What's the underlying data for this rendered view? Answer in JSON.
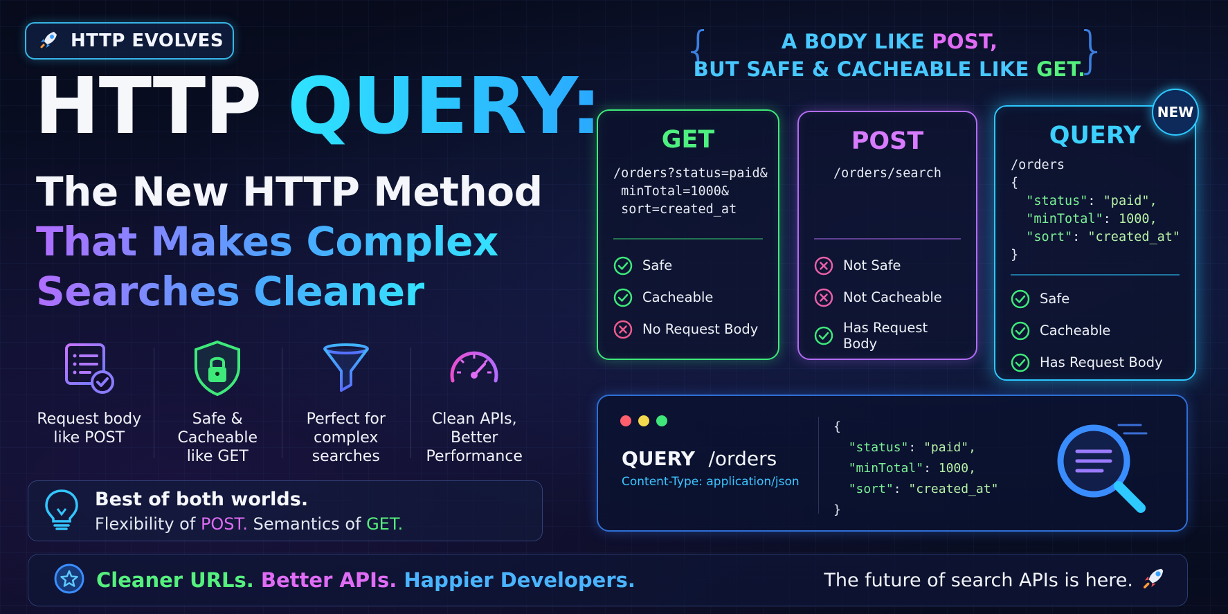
{
  "badge": {
    "icon": "rocket-icon",
    "label": "HTTP EVOLVES"
  },
  "headline": {
    "part1": "HTTP ",
    "part2": "QUERY:"
  },
  "subtitle": {
    "line1": "The New HTTP Method",
    "line2": "That Makes Complex",
    "line3": "Searches Cleaner"
  },
  "features": [
    {
      "icon": "checklist-document-icon",
      "label": "Request body\nlike POST"
    },
    {
      "icon": "lock-shield-icon",
      "label": "Safe &\nCacheable\nlike GET"
    },
    {
      "icon": "funnel-filter-icon",
      "label": "Perfect for\ncomplex\nsearches"
    },
    {
      "icon": "speedometer-icon",
      "label": "Clean APIs,\nBetter\nPerformance"
    }
  ],
  "best": {
    "icon": "lightbulb-icon",
    "title": "Best of both worlds.",
    "sub_prefix": "Flexibility of ",
    "post": "POST.",
    "sub_mid": " Semantics of ",
    "get": "GET."
  },
  "tagline": {
    "line1_prefix": "A BODY LIKE ",
    "line1_post": "POST,",
    "line2_prefix": "BUT SAFE & CACHEABLE LIKE ",
    "line2_get": "GET."
  },
  "cards": {
    "get": {
      "method": "GET",
      "code": "/orders?status=paid&\n minTotal=1000&\n sort=created_at",
      "checks": [
        {
          "label": "Safe",
          "ok": true
        },
        {
          "label": "Cacheable",
          "ok": true
        },
        {
          "label": "No Request Body",
          "ok": false
        }
      ]
    },
    "post": {
      "method": "POST",
      "code": "/orders/search",
      "checks": [
        {
          "label": "Not Safe",
          "ok": false
        },
        {
          "label": "Not Cacheable",
          "ok": false
        },
        {
          "label": "Has Request Body",
          "ok": true
        }
      ]
    },
    "query": {
      "method": "QUERY",
      "badge": "NEW",
      "path": "/orders",
      "open": "{",
      "close": "}",
      "lines": [
        {
          "key": "\"status\"",
          "val": " \"paid\","
        },
        {
          "key": "\"minTotal\"",
          "val": " 1000,"
        },
        {
          "key": "\"sort\"",
          "val": " \"created_at\""
        }
      ],
      "checks": [
        {
          "label": "Safe",
          "ok": true
        },
        {
          "label": "Cacheable",
          "ok": true
        },
        {
          "label": "Has Request Body",
          "ok": true
        }
      ]
    }
  },
  "console": {
    "method": "QUERY",
    "path": "/orders",
    "content_type": "Content-Type: application/json",
    "open": "{",
    "close": "}",
    "lines": [
      {
        "key": "\"status\"",
        "val": " \"paid\","
      },
      {
        "key": "\"minTotal\"",
        "val": " 1000,"
      },
      {
        "key": "\"sort\"",
        "val": " \"created_at\""
      }
    ],
    "icon": "magnifier-icon",
    "dot_colors": [
      "#ff5f6d",
      "#f4d94e",
      "#3fe77b"
    ]
  },
  "footer": {
    "icon": "star-icon",
    "part1": "Cleaner URLs.",
    "part2": " Better APIs.",
    "part3": " Happier Developers.",
    "right": "The future of search APIs is here.",
    "right_icon": "rocket-icon"
  },
  "colors": {
    "green": "#3ee97a",
    "purple": "#b26cf5",
    "cyan": "#2dc9ff",
    "pink": "#e06cf5",
    "blue": "#4ab4ff"
  }
}
